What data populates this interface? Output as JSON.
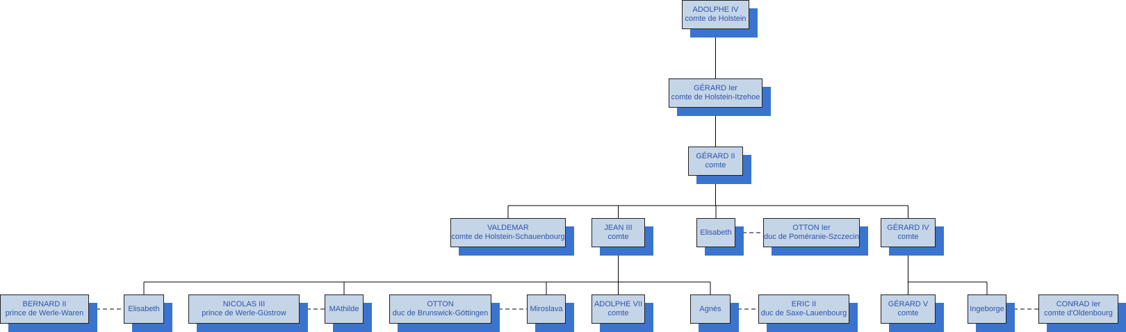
{
  "nodes": [
    {
      "id": "adolphe4",
      "line1": "ADOLPHE IV",
      "line2": "comte de Holstein"
    },
    {
      "id": "gerard1",
      "line1": "GÉRARD Ier",
      "line2": "comte de Holstein-Itzehoe"
    },
    {
      "id": "gerard2",
      "line1": "GÉRARD II",
      "line2": "comte"
    },
    {
      "id": "valdemar",
      "line1": "VALDEMAR",
      "line2": "comte de Holstein-Schauenbourg"
    },
    {
      "id": "jean3",
      "line1": "JEAN III",
      "line2": "comte"
    },
    {
      "id": "elisabeth1",
      "line1": "Elisabeth",
      "line2": ""
    },
    {
      "id": "otton1",
      "line1": "OTTON Ier",
      "line2": "duc de Poméranie-Szczecin"
    },
    {
      "id": "gerard4",
      "line1": "GÉRARD IV",
      "line2": "comte"
    },
    {
      "id": "bernard2",
      "line1": "BERNARD II",
      "line2": "prince de Werle-Waren"
    },
    {
      "id": "elisabeth2",
      "line1": "Elisabeth",
      "line2": ""
    },
    {
      "id": "nicolas3",
      "line1": "NICOLAS III",
      "line2": "prince de Werle-Güstrow"
    },
    {
      "id": "mathilde",
      "line1": "MAthilde",
      "line2": ""
    },
    {
      "id": "otton",
      "line1": "OTTON",
      "line2": "duc de Brunswick-Göttingen"
    },
    {
      "id": "miroslava",
      "line1": "Miroslava",
      "line2": ""
    },
    {
      "id": "adolphe7",
      "line1": "ADOLPHE VII",
      "line2": "comte"
    },
    {
      "id": "agnes",
      "line1": "Agnès",
      "line2": ""
    },
    {
      "id": "eric2",
      "line1": "ERIC II",
      "line2": "duc de Saxe-Lauenbourg"
    },
    {
      "id": "gerard5",
      "line1": "GÉRARD V",
      "line2": "comte"
    },
    {
      "id": "ingeborge",
      "line1": "Ingeborge",
      "line2": ""
    },
    {
      "id": "conrad1",
      "line1": "CONRAD Ier",
      "line2": "comte d'Oldenbourg"
    }
  ],
  "parent_child": [
    [
      "adolphe4",
      "gerard1"
    ],
    [
      "gerard1",
      "gerard2"
    ],
    [
      "gerard2",
      "valdemar"
    ],
    [
      "gerard2",
      "jean3"
    ],
    [
      "gerard2",
      "elisabeth1"
    ],
    [
      "gerard2",
      "gerard4"
    ],
    [
      "jean3",
      "elisabeth2"
    ],
    [
      "jean3",
      "mathilde"
    ],
    [
      "jean3",
      "miroslava"
    ],
    [
      "jean3",
      "adolphe7"
    ],
    [
      "jean3",
      "agnes"
    ],
    [
      "gerard4",
      "gerard5"
    ],
    [
      "gerard4",
      "ingeborge"
    ]
  ],
  "marriages": [
    [
      "elisabeth1",
      "otton1"
    ],
    [
      "bernard2",
      "elisabeth2"
    ],
    [
      "nicolas3",
      "mathilde"
    ],
    [
      "otton",
      "miroslava"
    ],
    [
      "agnes",
      "eric2"
    ],
    [
      "ingeborge",
      "conrad1"
    ]
  ],
  "colors": {
    "box_fill": "#c5d5e8",
    "shadow": "#3a74cf",
    "text": "#2d53a6",
    "line": "#000000"
  }
}
